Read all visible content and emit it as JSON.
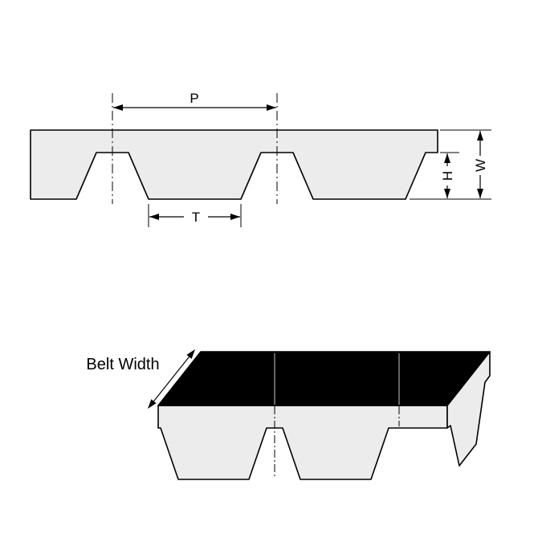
{
  "page": {
    "background": "#ffffff"
  },
  "cross_section_view": {
    "pitch_label": "P",
    "tooth_width_label": "T",
    "tooth_height_label": "H",
    "thickness_label": "W"
  },
  "perspective_view": {
    "belt_width_label": "Belt Width"
  },
  "colors": {
    "belt_fill": "#ececec",
    "outline": "#000000",
    "top_face_fill": "#000000",
    "centerline_on_black": "#c8c8c8"
  }
}
